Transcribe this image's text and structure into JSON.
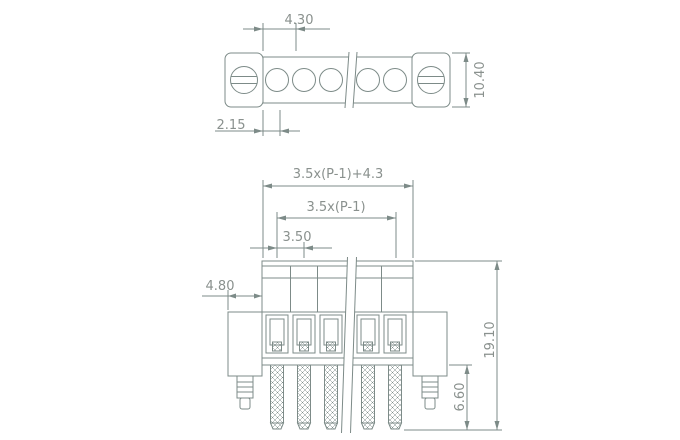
{
  "drawing": {
    "type": "technical-dimension-drawing",
    "line_color": "#7d8b88",
    "text_color": "#8a918e",
    "top_view": {
      "dim_top_width": "4.30",
      "dim_bottom_offset": "2.15",
      "dim_side_height": "10.40"
    },
    "front_view": {
      "dim_overall_width": "3.5x(P-1)+4.3",
      "dim_pitch_span": "3.5x(P-1)",
      "dim_single_pitch": "3.50",
      "dim_flange_offset": "4.80",
      "dim_total_height": "19.10",
      "dim_pin_length": "6.60"
    }
  }
}
